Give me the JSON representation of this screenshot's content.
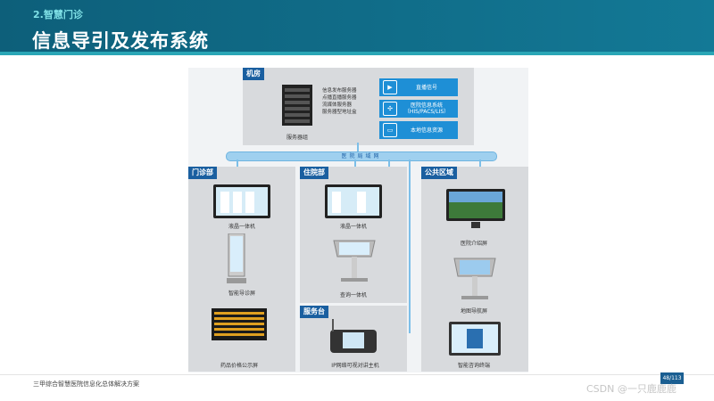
{
  "header": {
    "section": "2.智慧门诊",
    "title": "信息导引及发布系统"
  },
  "machine_room": {
    "label": "机房",
    "server_caption": "服务器组",
    "server_list": [
      "信息发布服务器",
      "点播直播服务器",
      "流媒体服务器",
      "服务器型地址盒"
    ],
    "buttons": [
      {
        "icon": "tv-icon",
        "label": "直播信号"
      },
      {
        "icon": "network-icon",
        "label": "医院信息系统（HIS/PACS/LIS）"
      },
      {
        "icon": "folder-icon",
        "label": "本地信息资源"
      }
    ]
  },
  "lan_label": "医院局域网",
  "outpatient": {
    "label": "门诊部",
    "items": [
      "液晶一体机",
      "智能导诊屏",
      "药品价格公示屏"
    ]
  },
  "inpatient": {
    "label": "住院部",
    "items": [
      "液晶一体机",
      "查询一体机"
    ]
  },
  "service": {
    "label": "服务台",
    "items": [
      "IP网络可视对讲主机"
    ]
  },
  "public": {
    "label": "公共区域",
    "items": [
      "医院介绍屏",
      "地图导航屏",
      "智能咨询终端"
    ]
  },
  "footer": {
    "text": "三甲综合智慧医院信息化总体解决方案",
    "page": "48/113",
    "watermark": "CSDN @一只鹿鹿鹿"
  }
}
